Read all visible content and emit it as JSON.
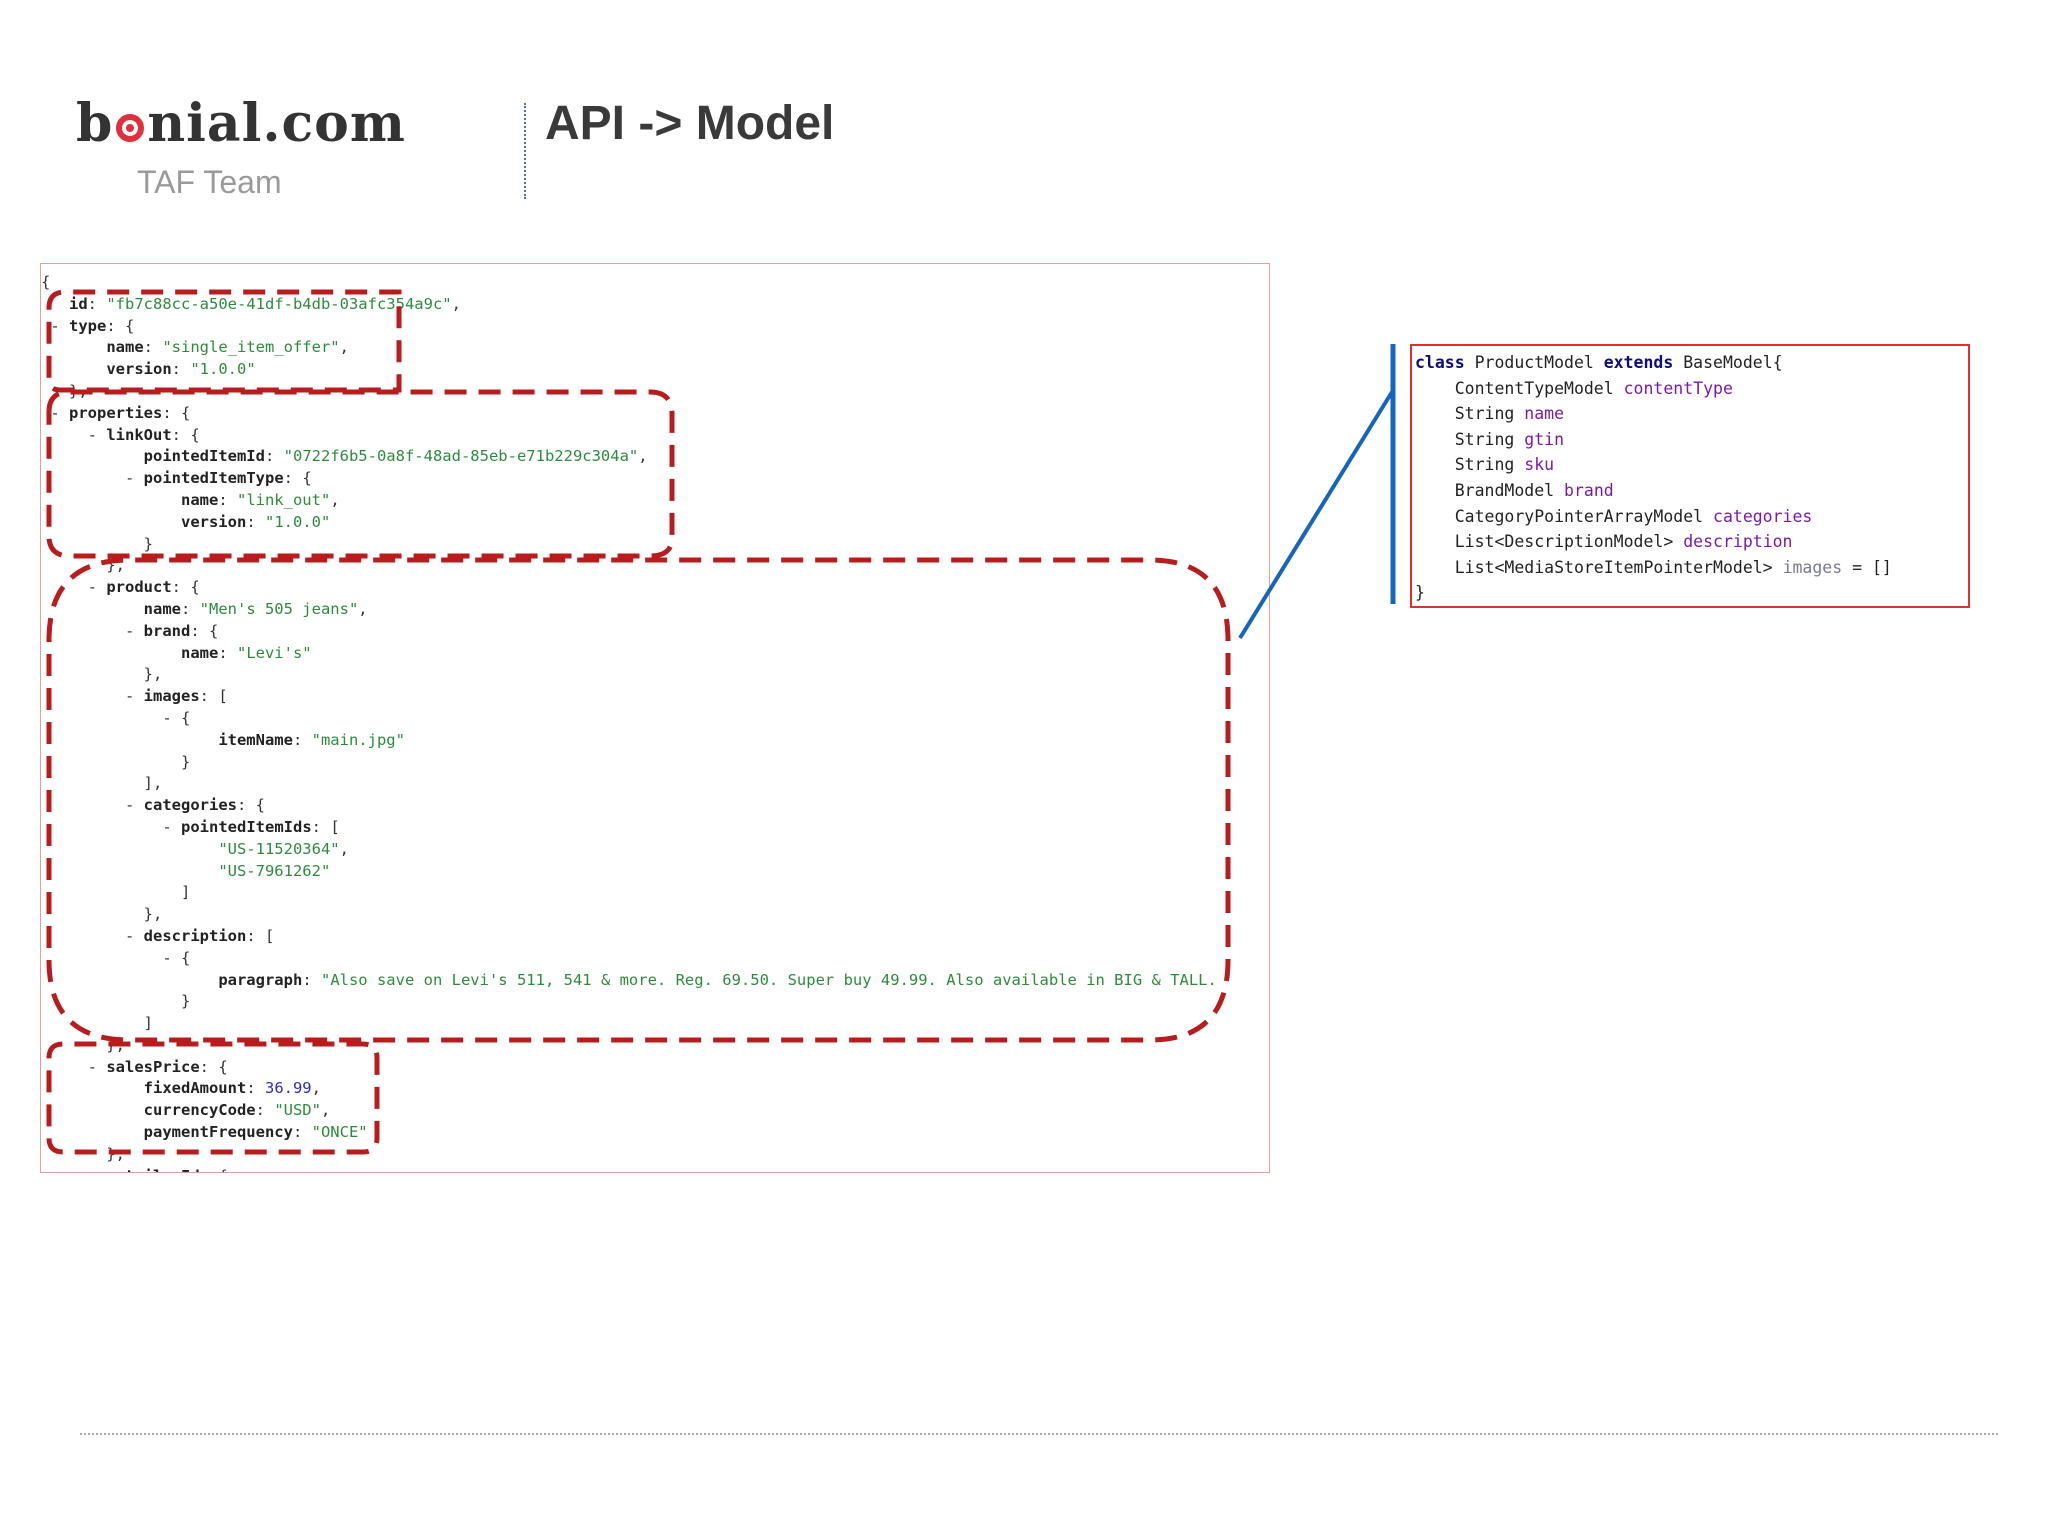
{
  "header": {
    "logo": {
      "before_o": "b",
      "after_o": "nial.com",
      "accent_color": "#e0303a"
    },
    "team": "TAF Team",
    "title": "API -> Model"
  },
  "json_panel": {
    "lines": [
      {
        "indent": "",
        "parts": [
          {
            "c": "p",
            "t": "{"
          }
        ]
      },
      {
        "indent": "   ",
        "parts": [
          {
            "c": "k",
            "t": "id"
          },
          {
            "c": "p",
            "t": ": "
          },
          {
            "c": "s",
            "t": "\"fb7c88cc-a50e-41df-b4db-03afc354a9c\""
          },
          {
            "c": "p",
            "t": ","
          }
        ]
      },
      {
        "indent": " ",
        "parts": [
          {
            "c": "p",
            "t": "- "
          },
          {
            "c": "k",
            "t": "type"
          },
          {
            "c": "p",
            "t": ": {"
          }
        ]
      },
      {
        "indent": "       ",
        "parts": [
          {
            "c": "k",
            "t": "name"
          },
          {
            "c": "p",
            "t": ": "
          },
          {
            "c": "s",
            "t": "\"single_item_offer\""
          },
          {
            "c": "p",
            "t": ","
          }
        ]
      },
      {
        "indent": "       ",
        "parts": [
          {
            "c": "k",
            "t": "version"
          },
          {
            "c": "p",
            "t": ": "
          },
          {
            "c": "s",
            "t": "\"1.0.0\""
          }
        ]
      },
      {
        "indent": "   ",
        "parts": [
          {
            "c": "p",
            "t": "},"
          }
        ]
      },
      {
        "indent": " ",
        "parts": [
          {
            "c": "p",
            "t": "- "
          },
          {
            "c": "k",
            "t": "properties"
          },
          {
            "c": "p",
            "t": ": {"
          }
        ]
      },
      {
        "indent": "     ",
        "parts": [
          {
            "c": "p",
            "t": "- "
          },
          {
            "c": "k",
            "t": "linkOut"
          },
          {
            "c": "p",
            "t": ": {"
          }
        ]
      },
      {
        "indent": "           ",
        "parts": [
          {
            "c": "k",
            "t": "pointedItemId"
          },
          {
            "c": "p",
            "t": ": "
          },
          {
            "c": "s",
            "t": "\"0722f6b5-0a8f-48ad-85eb-e71b229c304a\""
          },
          {
            "c": "p",
            "t": ","
          }
        ]
      },
      {
        "indent": "         ",
        "parts": [
          {
            "c": "p",
            "t": "- "
          },
          {
            "c": "k",
            "t": "pointedItemType"
          },
          {
            "c": "p",
            "t": ": {"
          }
        ]
      },
      {
        "indent": "               ",
        "parts": [
          {
            "c": "k",
            "t": "name"
          },
          {
            "c": "p",
            "t": ": "
          },
          {
            "c": "s",
            "t": "\"link_out\""
          },
          {
            "c": "p",
            "t": ","
          }
        ]
      },
      {
        "indent": "               ",
        "parts": [
          {
            "c": "k",
            "t": "version"
          },
          {
            "c": "p",
            "t": ": "
          },
          {
            "c": "s",
            "t": "\"1.0.0\""
          }
        ]
      },
      {
        "indent": "           ",
        "parts": [
          {
            "c": "p",
            "t": "}"
          }
        ]
      },
      {
        "indent": "       ",
        "parts": [
          {
            "c": "p",
            "t": "},"
          }
        ]
      },
      {
        "indent": "     ",
        "parts": [
          {
            "c": "p",
            "t": "- "
          },
          {
            "c": "k",
            "t": "product"
          },
          {
            "c": "p",
            "t": ": {"
          }
        ]
      },
      {
        "indent": "           ",
        "parts": [
          {
            "c": "k",
            "t": "name"
          },
          {
            "c": "p",
            "t": ": "
          },
          {
            "c": "s",
            "t": "\"Men's 505 jeans\""
          },
          {
            "c": "p",
            "t": ","
          }
        ]
      },
      {
        "indent": "         ",
        "parts": [
          {
            "c": "p",
            "t": "- "
          },
          {
            "c": "k",
            "t": "brand"
          },
          {
            "c": "p",
            "t": ": {"
          }
        ]
      },
      {
        "indent": "               ",
        "parts": [
          {
            "c": "k",
            "t": "name"
          },
          {
            "c": "p",
            "t": ": "
          },
          {
            "c": "s",
            "t": "\"Levi's\""
          }
        ]
      },
      {
        "indent": "           ",
        "parts": [
          {
            "c": "p",
            "t": "},"
          }
        ]
      },
      {
        "indent": "         ",
        "parts": [
          {
            "c": "p",
            "t": "- "
          },
          {
            "c": "k",
            "t": "images"
          },
          {
            "c": "p",
            "t": ": ["
          }
        ]
      },
      {
        "indent": "             ",
        "parts": [
          {
            "c": "p",
            "t": "- {"
          }
        ]
      },
      {
        "indent": "                   ",
        "parts": [
          {
            "c": "k",
            "t": "itemName"
          },
          {
            "c": "p",
            "t": ": "
          },
          {
            "c": "s",
            "t": "\"main.jpg\""
          }
        ]
      },
      {
        "indent": "               ",
        "parts": [
          {
            "c": "p",
            "t": "}"
          }
        ]
      },
      {
        "indent": "           ",
        "parts": [
          {
            "c": "p",
            "t": "],"
          }
        ]
      },
      {
        "indent": "         ",
        "parts": [
          {
            "c": "p",
            "t": "- "
          },
          {
            "c": "k",
            "t": "categories"
          },
          {
            "c": "p",
            "t": ": {"
          }
        ]
      },
      {
        "indent": "             ",
        "parts": [
          {
            "c": "p",
            "t": "- "
          },
          {
            "c": "k",
            "t": "pointedItemIds"
          },
          {
            "c": "p",
            "t": ": ["
          }
        ]
      },
      {
        "indent": "                   ",
        "parts": [
          {
            "c": "s",
            "t": "\"US-11520364\""
          },
          {
            "c": "p",
            "t": ","
          }
        ]
      },
      {
        "indent": "                   ",
        "parts": [
          {
            "c": "s",
            "t": "\"US-7961262\""
          }
        ]
      },
      {
        "indent": "               ",
        "parts": [
          {
            "c": "p",
            "t": "]"
          }
        ]
      },
      {
        "indent": "           ",
        "parts": [
          {
            "c": "p",
            "t": "},"
          }
        ]
      },
      {
        "indent": "         ",
        "parts": [
          {
            "c": "p",
            "t": "- "
          },
          {
            "c": "k",
            "t": "description"
          },
          {
            "c": "p",
            "t": ": ["
          }
        ]
      },
      {
        "indent": "             ",
        "parts": [
          {
            "c": "p",
            "t": "- {"
          }
        ]
      },
      {
        "indent": "                   ",
        "parts": [
          {
            "c": "k",
            "t": "paragraph"
          },
          {
            "c": "p",
            "t": ": "
          },
          {
            "c": "s",
            "t": "\"Also save on Levi's 511, 541 & more. Reg. 69.50. Super buy 49.99. Also available in BIG & TALL."
          }
        ]
      },
      {
        "indent": "               ",
        "parts": [
          {
            "c": "p",
            "t": "}"
          }
        ]
      },
      {
        "indent": "           ",
        "parts": [
          {
            "c": "p",
            "t": "]"
          }
        ]
      },
      {
        "indent": "       ",
        "parts": [
          {
            "c": "p",
            "t": "},"
          }
        ]
      },
      {
        "indent": "     ",
        "parts": [
          {
            "c": "p",
            "t": "- "
          },
          {
            "c": "k",
            "t": "salesPrice"
          },
          {
            "c": "p",
            "t": ": {"
          }
        ]
      },
      {
        "indent": "           ",
        "parts": [
          {
            "c": "k",
            "t": "fixedAmount"
          },
          {
            "c": "p",
            "t": ": "
          },
          {
            "c": "n",
            "t": "36.99"
          },
          {
            "c": "p",
            "t": ","
          }
        ]
      },
      {
        "indent": "           ",
        "parts": [
          {
            "c": "k",
            "t": "currencyCode"
          },
          {
            "c": "p",
            "t": ": "
          },
          {
            "c": "s",
            "t": "\"USD\""
          },
          {
            "c": "p",
            "t": ","
          }
        ]
      },
      {
        "indent": "           ",
        "parts": [
          {
            "c": "k",
            "t": "paymentFrequency"
          },
          {
            "c": "p",
            "t": ": "
          },
          {
            "c": "s",
            "t": "\"ONCE\""
          }
        ]
      },
      {
        "indent": "       ",
        "parts": [
          {
            "c": "p",
            "t": "},"
          }
        ]
      },
      {
        "indent": "     ",
        "parts": [
          {
            "c": "p",
            "t": "- "
          },
          {
            "c": "k",
            "t": "retailerId"
          },
          {
            "c": "p",
            "t": ": {"
          }
        ]
      }
    ]
  },
  "class_panel": {
    "lines": [
      [
        {
          "c": "kw",
          "t": "class"
        },
        {
          "c": "",
          "t": " ProductModel "
        },
        {
          "c": "kw",
          "t": "extends"
        },
        {
          "c": "",
          "t": " BaseModel{"
        }
      ],
      [
        {
          "c": "",
          "t": "    ContentTypeModel "
        },
        {
          "c": "fld",
          "t": "contentType"
        }
      ],
      [
        {
          "c": "",
          "t": "    String "
        },
        {
          "c": "fld",
          "t": "name"
        }
      ],
      [
        {
          "c": "",
          "t": "    String "
        },
        {
          "c": "fld",
          "t": "gtin"
        }
      ],
      [
        {
          "c": "",
          "t": "    String "
        },
        {
          "c": "fld",
          "t": "sku"
        }
      ],
      [
        {
          "c": "",
          "t": "    BrandModel "
        },
        {
          "c": "fld",
          "t": "brand"
        }
      ],
      [
        {
          "c": "",
          "t": "    CategoryPointerArrayModel "
        },
        {
          "c": "fld",
          "t": "categories"
        }
      ],
      [
        {
          "c": "",
          "t": "    List<DescriptionModel> "
        },
        {
          "c": "fld",
          "t": "description"
        }
      ],
      [
        {
          "c": "",
          "t": "    List<MediaStoreItemPointerModel> "
        },
        {
          "c": "fld-light",
          "t": "images"
        },
        {
          "c": "",
          "t": " = []"
        }
      ],
      [
        {
          "c": "",
          "t": "}"
        }
      ]
    ]
  },
  "colors": {
    "dash_boxes": "#b81c1c",
    "connector": "#1565c0",
    "class_border": "#e03030"
  }
}
